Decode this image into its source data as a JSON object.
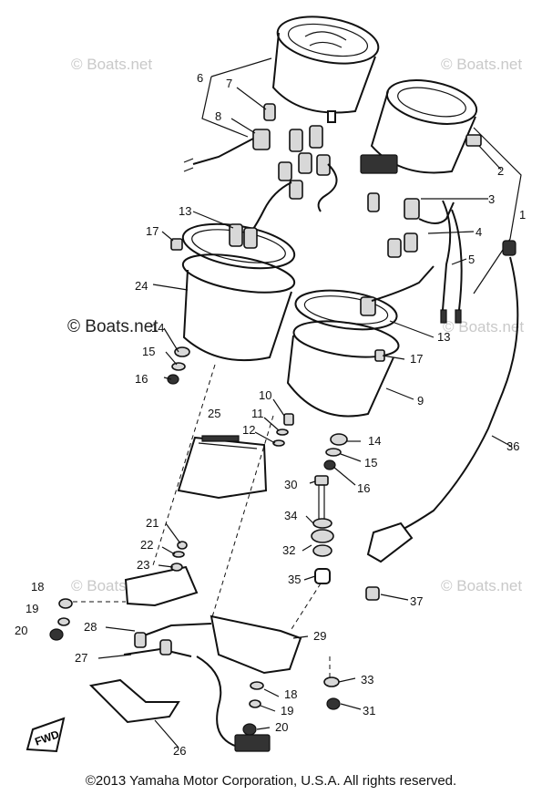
{
  "watermarks": {
    "light": "© Boats.net",
    "dark": "© Boats.net"
  },
  "copyright": "©2013 Yamaha Motor Corporation, U.S.A. All rights reserved.",
  "fwd_tag": "FWD",
  "part_labels": {
    "p1": "1",
    "p2": "2",
    "p3": "3",
    "p4": "4",
    "p5": "5",
    "p6": "6",
    "p7": "7",
    "p8": "8",
    "p9": "9",
    "p10": "10",
    "p11": "11",
    "p12": "12",
    "p13a": "13",
    "p13b": "13",
    "p14a": "14",
    "p14b": "14",
    "p15a": "15",
    "p15b": "15",
    "p16a": "16",
    "p16b": "16",
    "p17a": "17",
    "p17b": "17",
    "p18a": "18",
    "p18b": "18",
    "p19a": "19",
    "p19b": "19",
    "p20a": "20",
    "p20b": "20",
    "p21": "21",
    "p22": "22",
    "p23": "23",
    "p24": "24",
    "p25": "25",
    "p26": "26",
    "p27": "27",
    "p28": "28",
    "p29": "29",
    "p30": "30",
    "p31": "31",
    "p32": "32",
    "p33": "33",
    "p34": "34",
    "p35": "35",
    "p36": "36",
    "p37": "37"
  }
}
